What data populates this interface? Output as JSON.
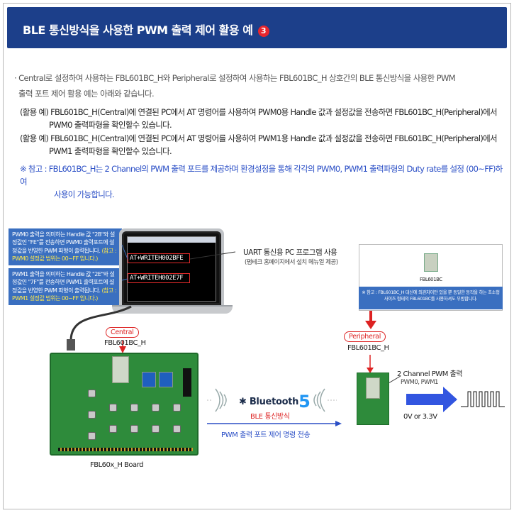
{
  "header": {
    "title": "BLE 통신방식을 사용한 PWM 출력 제어 활용 예",
    "number": "3"
  },
  "intro": {
    "line1": "· Central로 설정하여 사용하는 FBL601BC_H와 Peripheral로 설정하여 사용하는 FBL601BC_H 상호간의 BLE 통신방식을 사용한 PWM",
    "line2": "출력 포트 제어 활용 예는 아래와 같습니다."
  },
  "examples": [
    {
      "line1": "(활용 예) FBL601BC_H(Central)에 연결된 PC에서 AT 명령어를 사용하여 PWM0용 Handle 값과 설정값을 전송하면 FBL601BC_H(Peripheral)에서",
      "line2": "PWM0 출력파형을 확인할수 있습니다."
    },
    {
      "line1": "(활용 예) FBL601BC_H(Central)에 연결된 PC에서 AT 명령어를 사용하여 PWM1용 Handle 값과 설정값을 전송하면 FBL601BC_H(Peripheral)에서",
      "line2": "PWM1 출력파형을 확인할수 있습니다."
    }
  ],
  "note": {
    "line1": "※ 참고 : FBL601BC_H는 2 Channel의 PWM 출력 포트를 제공하며 환경설정을 통해 각각의 PWM0, PWM1 출력파형의 Duty rate를 설정 (00~FF)하여",
    "line2": "사용이 가능합니다."
  },
  "callouts": [
    {
      "text": "PWM0 출력을 의미하는 Handle 값 \"2B\"와 설정값인 \"FE\"를 전송하면 PWM0 출력포트에 설정값을 반영한 PWM 파형이 출력됩니다.",
      "highlight": "(참고 : PWM0 설정값 범위는 00~FF 입니다.)"
    },
    {
      "text": "PWM1 출력을 의미하는 Handle 값 \"2E\"와 설정값인 \"7F\"를 전송하면 PWM1 출력포트에 설정값을 반영한 PWM 파형이 출력됩니다.",
      "highlight": "(참고 : PWM1 설정값 범위는 00~FF 입니다.)"
    }
  ],
  "terminal": {
    "cmd1": "AT+WRITEH002BFE",
    "cmd2": "AT+WRITEH002E7F"
  },
  "uart": {
    "title": "UART 통신용 PC 프로그램 사용",
    "subtitle": "(펌테크 홈페이지에서 설치 메뉴얼 제공)"
  },
  "central": {
    "badge": "Central",
    "device": "FBL601BC_H",
    "board": "FBL60x_H Board"
  },
  "peripheral": {
    "badge": "Peripheral",
    "device": "FBL601BC_H",
    "module_label": "FBL601BC",
    "note": "※ 참고 : FBL601BC_H 대신에 외관차이만 있을 뿐 동일한 동작을 하는 초소형 사이즈 형태의 FBL601BC를 사용하셔도 무방합니다."
  },
  "ble": {
    "logo_text": "Bluetooth",
    "logo_num": "5",
    "method": "BLE 통신방식",
    "command": "PWM 출력 포트 제어 명령 전송"
  },
  "pwm_output": {
    "title": "2 Channel PWM 출력",
    "channels": "PWM0, PWM1",
    "voltage": "0V or 3.3V"
  },
  "colors": {
    "header_bg": "#1c3f8a",
    "accent_red": "#e8262d",
    "note_blue": "#2b4fc6",
    "callout_bg": "#3a6fc0",
    "board_green": "#2e8b3b"
  }
}
